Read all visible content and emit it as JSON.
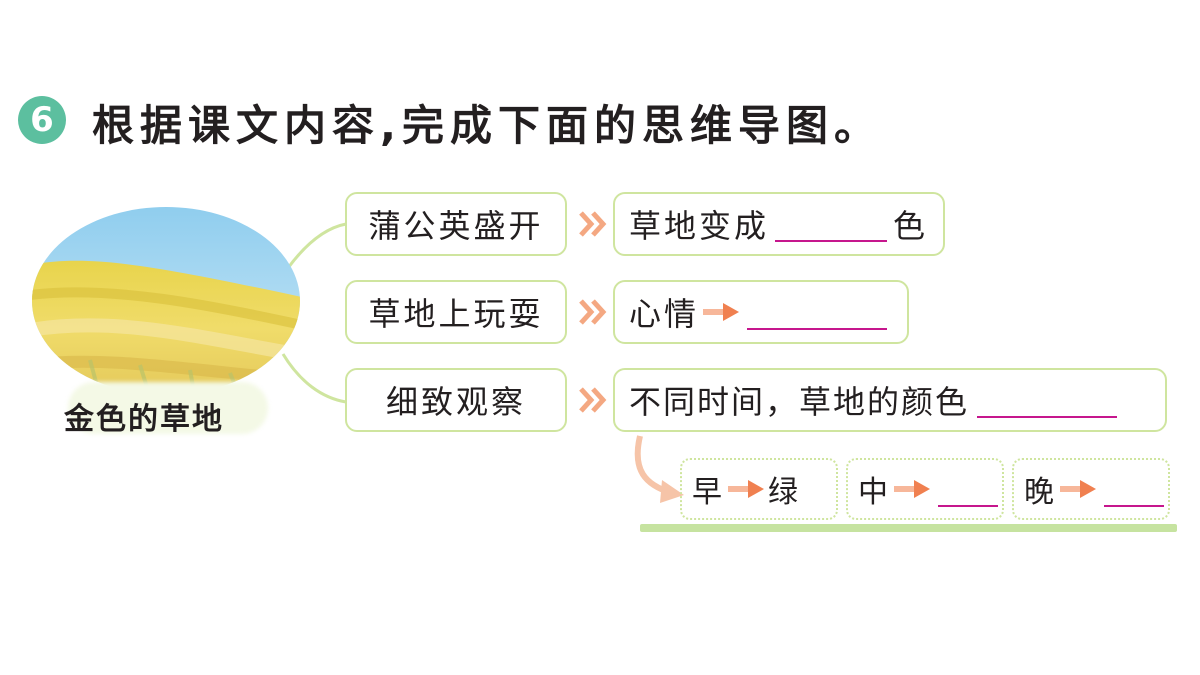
{
  "question": {
    "number": "6",
    "title": "根据课文内容,完成下面的思维导图。"
  },
  "center": {
    "label": "金色的草地"
  },
  "rows": [
    {
      "left": "蒲公英盛开",
      "right_pre": "草地变成",
      "right_post": "色"
    },
    {
      "left": "草地上玩耍",
      "right_pre": "心情",
      "right_post": ""
    },
    {
      "left": "细致观察",
      "right_pre": "不同时间，草地的颜色",
      "right_post": ""
    }
  ],
  "times": [
    {
      "label": "早",
      "answer": "绿"
    },
    {
      "label": "中",
      "answer": ""
    },
    {
      "label": "晚",
      "answer": ""
    }
  ],
  "colors": {
    "badge": "#5cbf9f",
    "box_border": "#cfe59f",
    "blank_line": "#c6168d",
    "arrow": "#f08050",
    "baseline": "#c6e3a0"
  }
}
